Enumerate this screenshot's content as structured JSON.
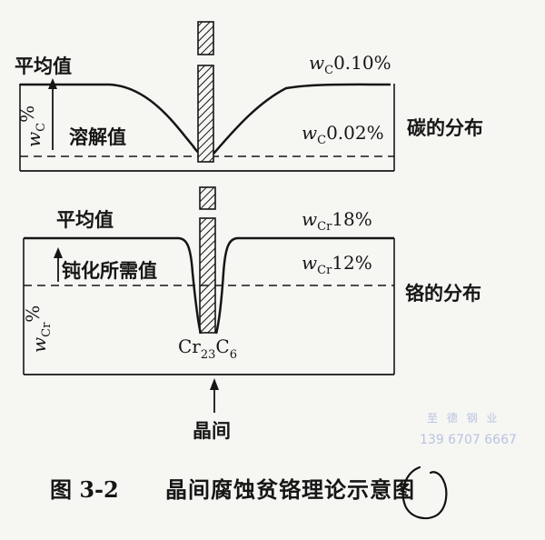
{
  "carbon_panel": {
    "avg_label": "平均值",
    "dissolved_label": "溶解值",
    "axis_symbol": "w",
    "axis_sub": "C",
    "axis_unit": "%",
    "top_value_symbol": "w",
    "top_value_sub": "C",
    "top_value": "0.10%",
    "bottom_value_symbol": "w",
    "bottom_value_sub": "C",
    "bottom_value": "0.02%",
    "side_label": "碳的分布"
  },
  "chromium_panel": {
    "avg_label": "平均值",
    "passivation_label": "钝化所需值",
    "axis_symbol": "w",
    "axis_sub": "Cr",
    "axis_unit": "%",
    "top_value_symbol": "w",
    "top_value_sub": "Cr",
    "top_value": "18%",
    "bottom_value_symbol": "w",
    "bottom_value_sub": "Cr",
    "bottom_value": "12%",
    "side_label": "铬的分布",
    "carbide_main_1": "Cr",
    "carbide_sub_1": "23",
    "carbide_main_2": "C",
    "carbide_sub_2": "6"
  },
  "boundary_label": "晶间",
  "caption": {
    "number": "图 3-2",
    "title": "晶间腐蚀贫铬理论示意图"
  },
  "watermark": {
    "line1": "至 德 钢 业",
    "line2": "139 6707 6667"
  },
  "colors": {
    "ink": "#161616",
    "paper": "#f6f6f3",
    "watermark": "#b9c3df",
    "annotation": "#111111"
  }
}
